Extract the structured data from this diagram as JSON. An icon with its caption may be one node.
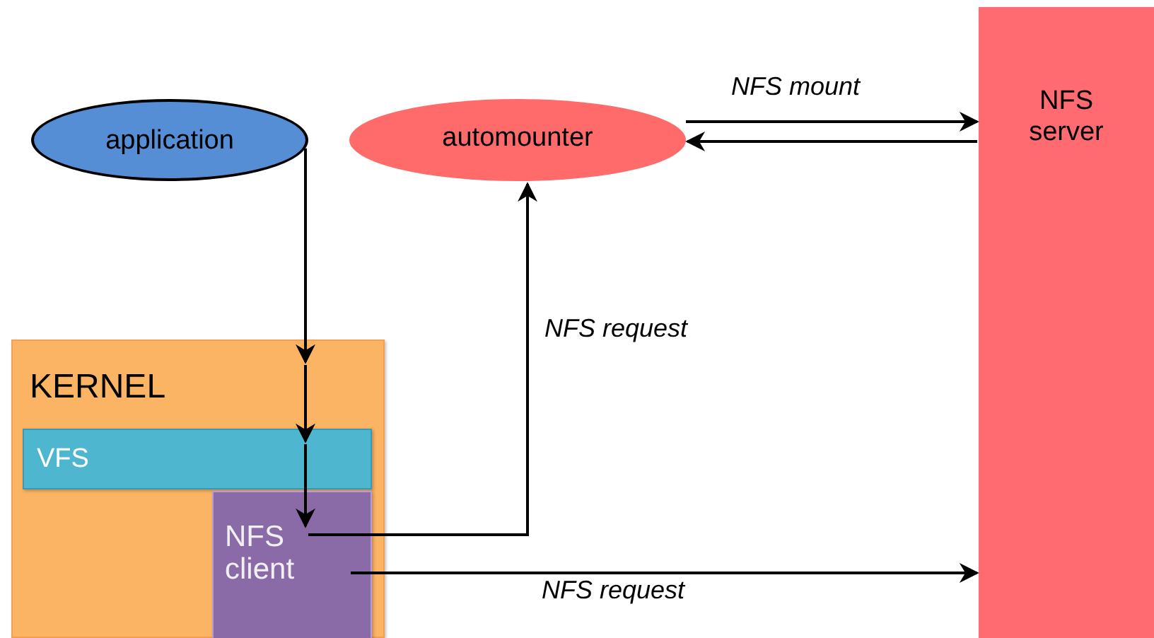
{
  "diagram": {
    "nodes": [
      {
        "text": [
          "application"
        ]
      },
      {
        "text": [
          "automounter"
        ]
      },
      {
        "text": [
          "NFS server"
        ]
      },
      {
        "text": [
          "KERNEL"
        ]
      },
      {
        "text": [
          "VFS"
        ],
        "in": 3
      },
      {
        "text": [
          "NFS client"
        ],
        "in": 3
      }
    ],
    "edges": [
      {
        "from": 0,
        "to": 3,
        "arrow": "to"
      },
      {
        "from": 3,
        "to": 4,
        "arrow": "to"
      },
      {
        "from": 4,
        "to": 5,
        "arrow": "to"
      },
      {
        "from": 5,
        "to": 1,
        "arrow": "to",
        "label": "NFS request"
      },
      {
        "from": 1,
        "to": 2,
        "arrow": "to",
        "label": "NFS mount"
      },
      {
        "from": 2,
        "to": 1,
        "arrow": "to"
      },
      {
        "from": 5,
        "to": 2,
        "arrow": "to",
        "label": "NFS request"
      }
    ]
  }
}
